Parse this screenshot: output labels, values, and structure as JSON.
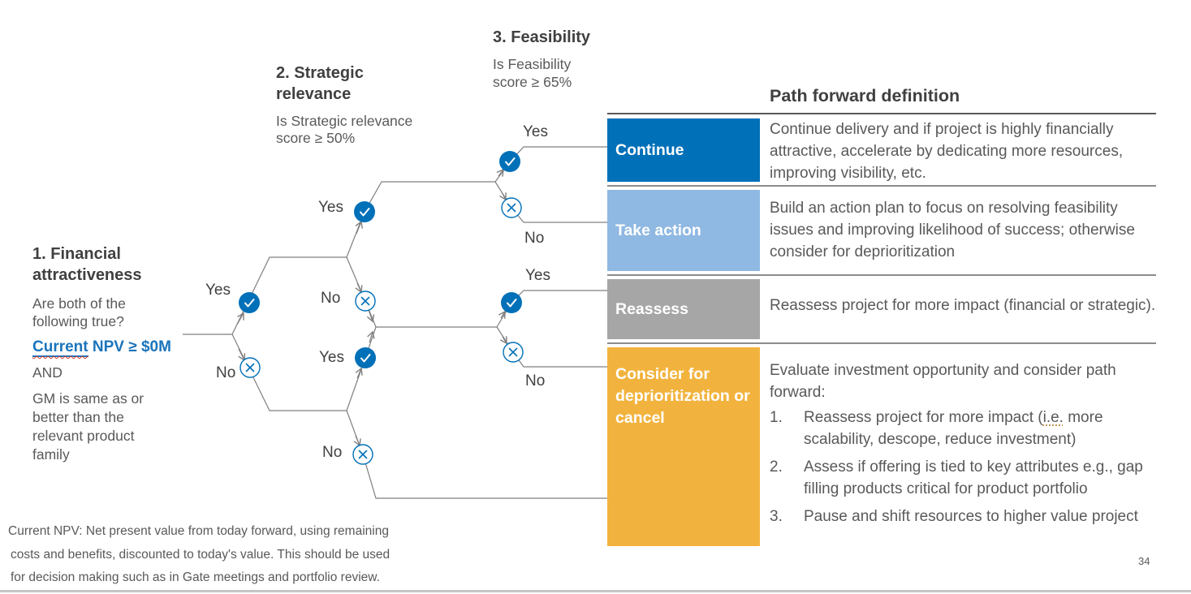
{
  "slide": {
    "page_number": "34",
    "footnote_lines": [
      "Current NPV: Net present value from today forward, using remaining",
      "costs and benefits, discounted to today's value. This should be used",
      "for decision making such as in Gate meetings and portfolio review."
    ]
  },
  "labels": {
    "yes": "Yes",
    "no": "No"
  },
  "stages": {
    "financial": {
      "title_lines": [
        "1. Financial",
        "attractiveness"
      ],
      "question_lines": [
        "Are both of the",
        "following true?"
      ],
      "criterion1_highlight": "Current",
      "criterion1_rest": " NPV ≥ $0M",
      "conjunction": "AND",
      "criterion2_lines": [
        "GM is same as or",
        "better than the",
        "relevant product",
        "family"
      ]
    },
    "strategic": {
      "title_lines": [
        "2. Strategic",
        "relevance"
      ],
      "question_lines": [
        "Is Strategic relevance",
        "score ≥ 50%"
      ]
    },
    "feasibility": {
      "title": "3. Feasibility",
      "question_lines": [
        "Is Feasibility",
        "score ≥ 65%"
      ]
    }
  },
  "colors": {
    "continue_blue": "#0070b8",
    "take_action_blue": "#8fb8e2",
    "reassess_gray": "#a6a6a6",
    "deprioritize_orange": "#f2b33e",
    "highlight_text_blue": "#1b74bb",
    "connector_gray": "#7f7f7f"
  },
  "table": {
    "header": "Path forward definition",
    "rows": [
      {
        "label": "Continue",
        "color": "#0070b8",
        "definition": "Continue delivery and if project is highly financially attractive, accelerate by dedicating more resources, improving visibility, etc."
      },
      {
        "label": "Take action",
        "color": "#8fb8e2",
        "definition": "Build an action plan to focus on resolving feasibility issues and improving likelihood of success; otherwise consider for deprioritization"
      },
      {
        "label": "Reassess",
        "color": "#a6a6a6",
        "definition": "Reassess project for more impact (financial or strategic)."
      },
      {
        "label": "Consider for deprioritization or cancel",
        "color": "#f2b33e",
        "definition_intro": "Evaluate investment opportunity and consider path forward:",
        "definition_list": [
          {
            "num": "1.",
            "pre": "Reassess project for more impact (",
            "underlined": "i.e.",
            "post": " more scalability, descope, reduce investment)"
          },
          {
            "num": "2.",
            "pre": "Assess if offering is tied to key attributes e.g., gap filling products critical for product portfolio",
            "underlined": "",
            "post": ""
          },
          {
            "num": "3.",
            "pre": "Pause and shift resources to higher value project",
            "underlined": "",
            "post": ""
          }
        ]
      }
    ]
  }
}
